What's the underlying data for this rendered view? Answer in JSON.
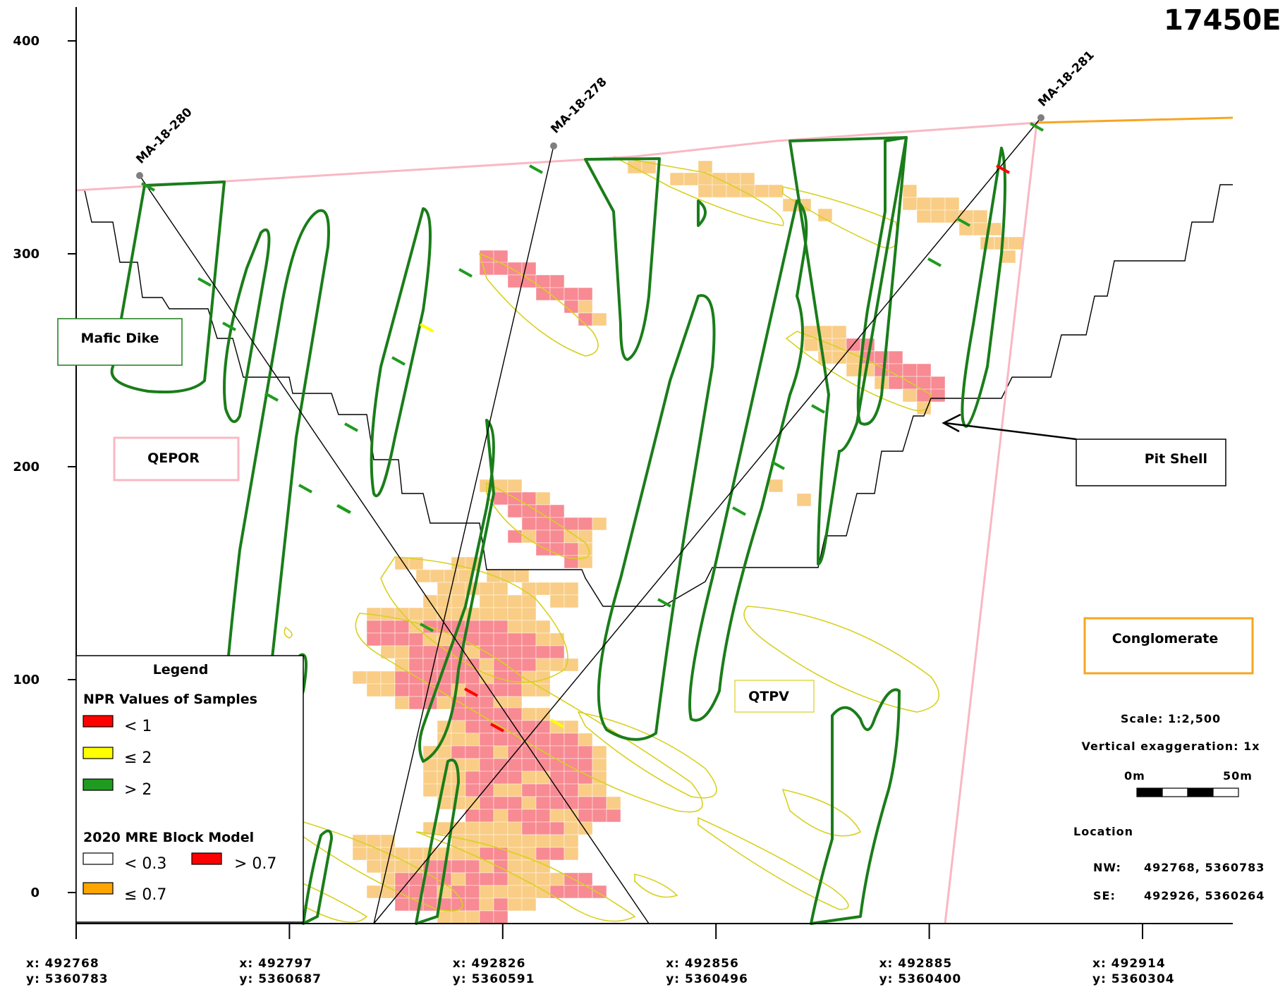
{
  "title": "17450E",
  "y_axis": {
    "ticks": [
      {
        "label": "400",
        "value": 400
      },
      {
        "label": "300",
        "value": 300
      },
      {
        "label": "200",
        "value": 200
      },
      {
        "label": "100",
        "value": 100
      },
      {
        "label": "0",
        "value": 0
      }
    ]
  },
  "x_axis": {
    "ticks": [
      {
        "x": "x: 492768",
        "y": "y: 5360783"
      },
      {
        "x": "x: 492797",
        "y": "y: 5360687"
      },
      {
        "x": "x: 492826",
        "y": "y: 5360591"
      },
      {
        "x": "x: 492856",
        "y": "y: 5360496"
      },
      {
        "x": "x: 492885",
        "y": "y: 5360400"
      },
      {
        "x": "x: 492914",
        "y": "y: 5360304"
      }
    ]
  },
  "drillholes": [
    {
      "name": "MA-18-280",
      "collar_elev": 336
    },
    {
      "name": "MA-18-278",
      "collar_elev": 349
    },
    {
      "name": "MA-18-281",
      "collar_elev": 363
    }
  ],
  "units": {
    "mafic_dike": "Mafic Dike",
    "qepor": "QEPOR",
    "qtpv": "QTPV",
    "conglomerate": "Conglomerate",
    "pit_shell": "Pit Shell"
  },
  "legend": {
    "title": "Legend",
    "npr_title": "NPR Values of Samples",
    "npr_items": [
      {
        "label": "< 1",
        "color": "#ff0000"
      },
      {
        "label": "≤ 2",
        "color": "#ffff00"
      },
      {
        "label": "> 2",
        "color": "#1f9b1f"
      }
    ],
    "block_title": "2020 MRE Block Model",
    "block_items": [
      {
        "label": "< 0.3",
        "color": "#ffffff"
      },
      {
        "label": "> 0.7",
        "color": "#ff0000"
      },
      {
        "label": "≤ 0.7",
        "color": "#ffa500"
      }
    ]
  },
  "scale": {
    "text": "Scale: 1:2,500",
    "vertical_exaggeration": "Vertical exaggeration: 1x",
    "bar_start": "0m",
    "bar_end": "50m"
  },
  "location": {
    "title": "Location",
    "nw_label": "NW:",
    "nw_value": "492768, 5360783",
    "se_label": "SE:",
    "se_value": "492926, 5360264"
  },
  "colors": {
    "dike": "#1a7d1a",
    "qepor_line": "#f9b8c3",
    "conglomerate": "#f5a623",
    "qtpv_line": "#d8d020",
    "block_high": "#f78a92",
    "block_mid": "#f9cd85"
  }
}
